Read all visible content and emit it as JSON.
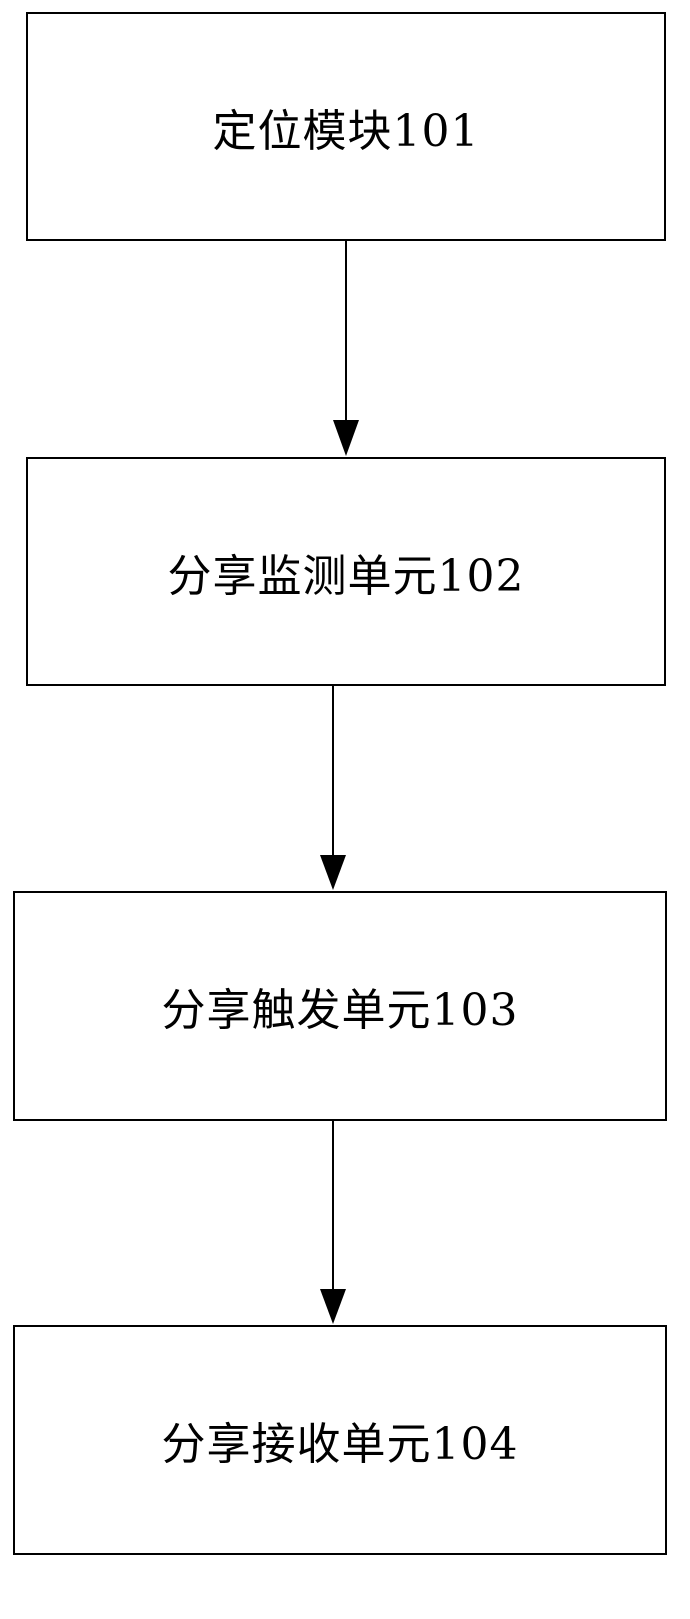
{
  "diagram": {
    "nodes": [
      {
        "id": "101",
        "label": "定位模块101"
      },
      {
        "id": "102",
        "label": "分享监测单元102"
      },
      {
        "id": "103",
        "label": "分享触发单元103"
      },
      {
        "id": "104",
        "label": "分享接收单元104"
      }
    ],
    "edges": [
      {
        "from": "101",
        "to": "102"
      },
      {
        "from": "102",
        "to": "103"
      },
      {
        "from": "103",
        "to": "104"
      }
    ],
    "colors": {
      "stroke": "#000000",
      "background": "#ffffff"
    }
  }
}
